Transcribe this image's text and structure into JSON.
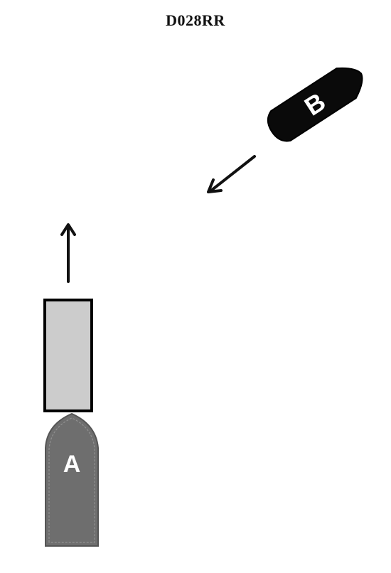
{
  "diagram": {
    "title": "D028RR",
    "vessels": [
      {
        "id": "A",
        "label": "A",
        "color": "#6e6e6e",
        "tow_color": "#cccccc"
      },
      {
        "id": "B",
        "label": "B",
        "color": "#0a0a0a"
      }
    ]
  }
}
